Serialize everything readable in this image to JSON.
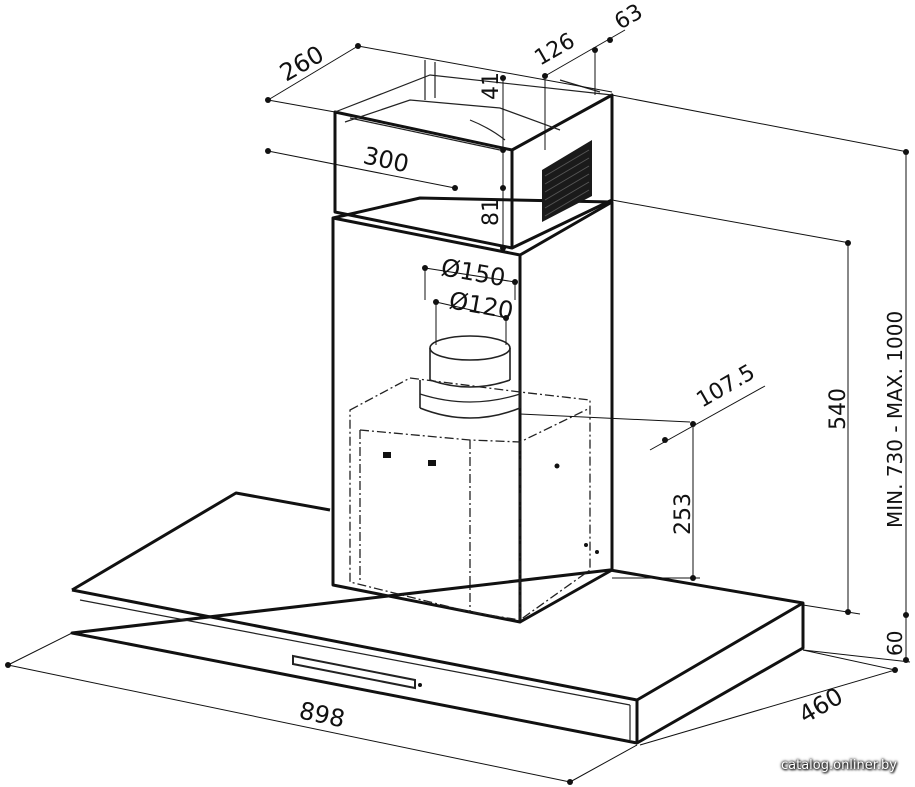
{
  "dimensions": {
    "d260": "260",
    "d300": "300",
    "d126": "126",
    "d63": "63",
    "d41": "41",
    "d81": "81",
    "d150": "Ø150",
    "d120": "Ø120",
    "d107_5": "107.5",
    "d253": "253",
    "d540": "540",
    "d_height": "MIN. 730 - MAX. 1000",
    "d60": "60",
    "d898": "898",
    "d460": "460"
  },
  "watermark": "catalog.onliner.by",
  "colors": {
    "line": "#111111",
    "background": "#ffffff",
    "grill": "#1a1a1a"
  }
}
